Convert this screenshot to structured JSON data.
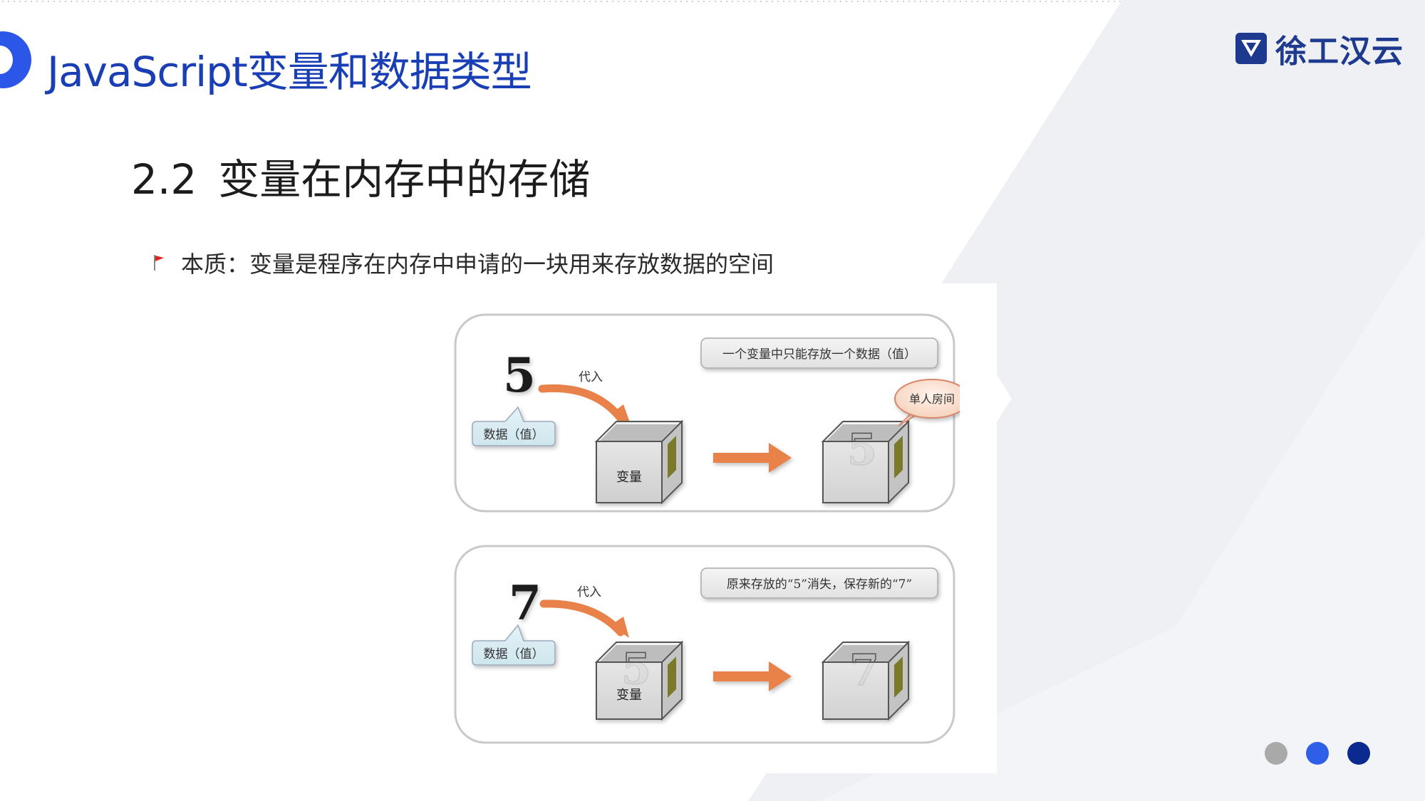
{
  "header": {
    "title": "JavaScript变量和数据类型",
    "logo_text": "徐工汉云"
  },
  "section": {
    "number": "2.2",
    "title": "变量在内存中的存储"
  },
  "bullet": {
    "text": "本质：变量是程序在内存中申请的一块用来存放数据的空间"
  },
  "diagram": {
    "panel1": {
      "number": "5",
      "arrow_label": "代入",
      "data_label": "数据（值）",
      "box_label": "变量",
      "note": "一个变量中只能存放一个数据（值）",
      "result_number": "5",
      "bubble": "单人房间"
    },
    "panel2": {
      "number": "7",
      "arrow_label": "代入",
      "data_label": "数据（值）",
      "box_label": "变量",
      "old_number": "5",
      "note": "原来存放的“5”消失，保存新的“7”",
      "result_number": "7"
    }
  },
  "colors": {
    "title_blue": "#1a3fb5",
    "accent_blue": "#2b56e8",
    "logo_navy": "#1d3a8f",
    "arrow_orange": "#e8824a",
    "dot_gray": "#a9a9a9",
    "dot_blue": "#2f5ee8",
    "dot_navy": "#0b2a8f"
  },
  "pagination": {
    "current": 3,
    "total": 3
  }
}
